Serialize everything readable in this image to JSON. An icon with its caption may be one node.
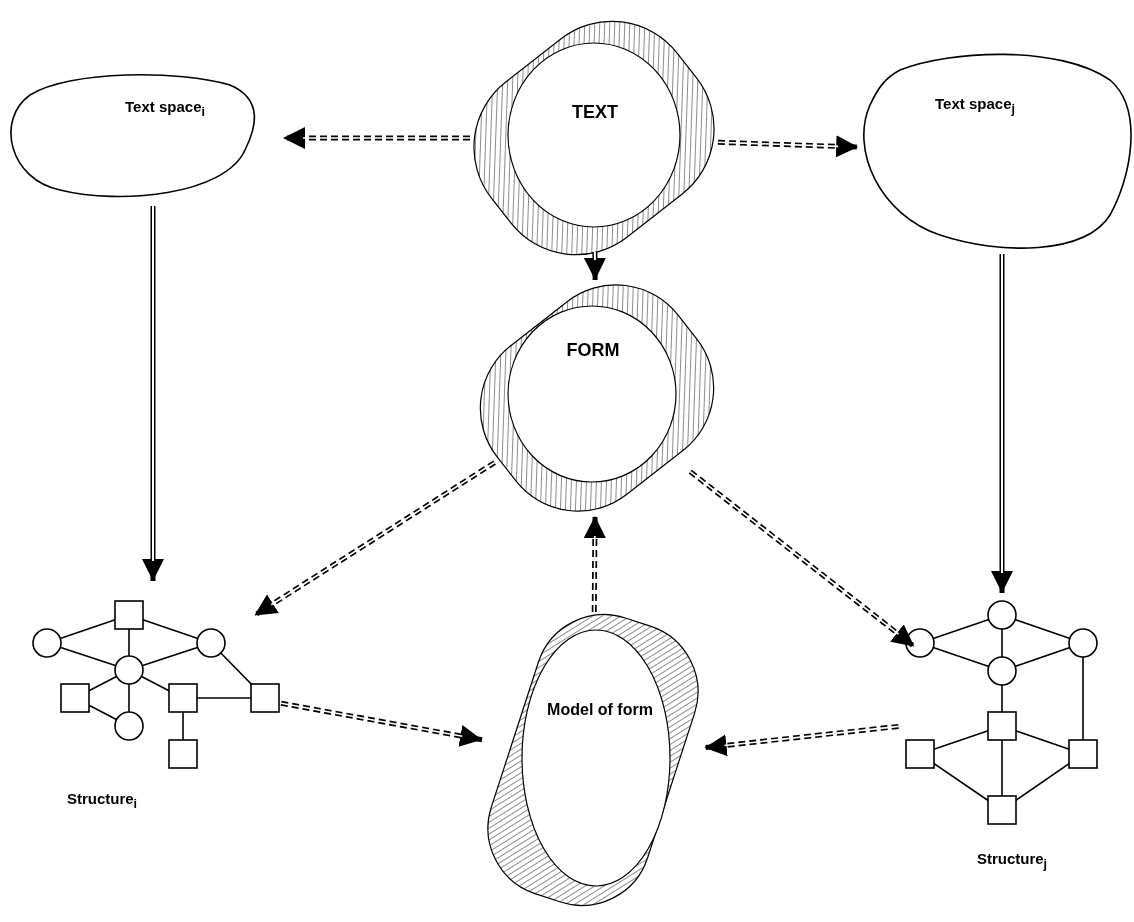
{
  "diagram": {
    "nodes": [
      {
        "text": [
          "TEXT"
        ]
      },
      {
        "text": [
          "Text space$_{i}$"
        ]
      },
      {
        "text": [
          "Text space$_{j}$"
        ]
      },
      {
        "text": [
          "FORM"
        ]
      },
      {
        "text": [
          "Structure$_{i}$"
        ]
      },
      {
        "text": [
          "Model of form"
        ]
      },
      {
        "text": [
          "Structure$_{j}$"
        ]
      }
    ],
    "edges": [
      {
        "from": 0,
        "to": 1,
        "arrow": "to",
        "style": "dashed"
      },
      {
        "from": 0,
        "to": 2,
        "arrow": "to",
        "style": "dashed"
      },
      {
        "from": 0,
        "to": 3,
        "arrow": "to"
      },
      {
        "from": 1,
        "to": 4,
        "arrow": "to"
      },
      {
        "from": 2,
        "to": 6,
        "arrow": "to"
      },
      {
        "from": 3,
        "to": 4,
        "arrow": "to",
        "style": "dashed"
      },
      {
        "from": 3,
        "to": 6,
        "arrow": "to",
        "style": "dashed"
      },
      {
        "from": 5,
        "to": 3,
        "arrow": "to",
        "style": "dashed"
      },
      {
        "from": 4,
        "to": 5,
        "arrow": "to",
        "style": "dashed"
      },
      {
        "from": 6,
        "to": 5,
        "arrow": "to",
        "style": "dashed"
      }
    ]
  }
}
